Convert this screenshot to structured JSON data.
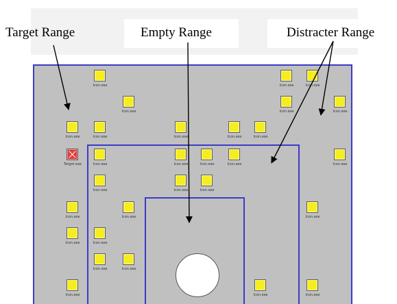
{
  "labels": {
    "target_range": "Target Range",
    "empty_range": "Empty Range",
    "distracter_range": "Distracter Range"
  },
  "icon_caption": "Icon.exe",
  "target_caption": "Target.exe",
  "colors": {
    "range_border": "#3b3bc7",
    "screen": "#c0c0c0",
    "icon_fill": "#f6ee1c",
    "target_fill": "#e03a3a"
  }
}
